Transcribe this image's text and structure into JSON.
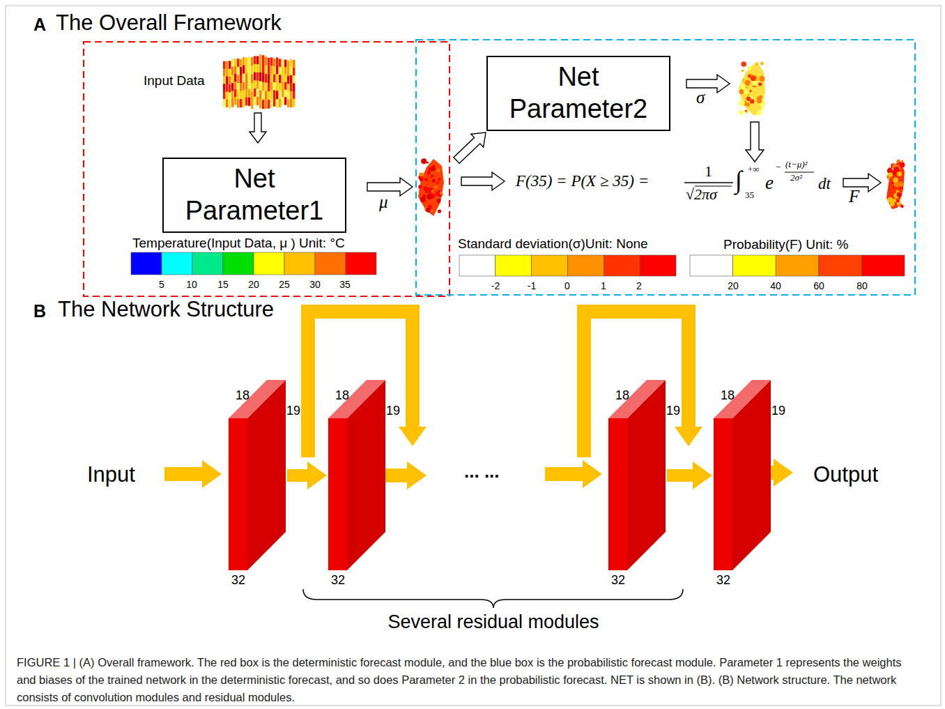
{
  "diagram": {
    "caption": "FIGURE 1 | (A) Overall framework. The red box is the deterministic forecast module, and the blue box is the probabilistic forecast module. Parameter 1 represents the weights and biases of the trained network in the deterministic forecast, and so does Parameter 2 in the probabilistic forecast. NET is shown in (B). (B) Network structure. The network consists of convolution modules and residual modules.",
    "nodes": [
      {
        "text": [
          "Net Parameter1"
        ]
      },
      {
        "text": [
          "Net Parameter2"
        ]
      },
      {
        "text": [
          "18",
          "19",
          "32"
        ]
      },
      {
        "text": [
          "18",
          "19",
          "32"
        ]
      },
      {
        "text": [
          "18",
          "19",
          "32"
        ]
      },
      {
        "text": [
          "18",
          "19",
          "32"
        ]
      }
    ],
    "edges": [
      {
        "from": 2,
        "to": 3,
        "arrow": "to"
      },
      {
        "from": 4,
        "to": 5,
        "arrow": "to"
      }
    ],
    "labels": [
      "A",
      "The Overall Framework",
      "Input Data",
      "μ",
      "σ",
      "F(35) = P(X ≥ 35) =",
      "1",
      "√2πσ",
      "∫",
      "+∞",
      "35",
      "e",
      "−",
      "(t−μ)²",
      "2σ²",
      "dt",
      "F",
      "Temperature(Input Data, μ ) Unit: °C",
      "5",
      "10",
      "15",
      "20",
      "25",
      "30",
      "35",
      "Standard deviation(σ)Unit: None",
      "-2",
      "-1",
      "0",
      "1",
      "2",
      "Probability(F) Unit: %",
      "20",
      "40",
      "60",
      "80",
      "B",
      "The Network Structure",
      "Input",
      "... ...",
      "Output",
      "Several residual modules"
    ]
  }
}
